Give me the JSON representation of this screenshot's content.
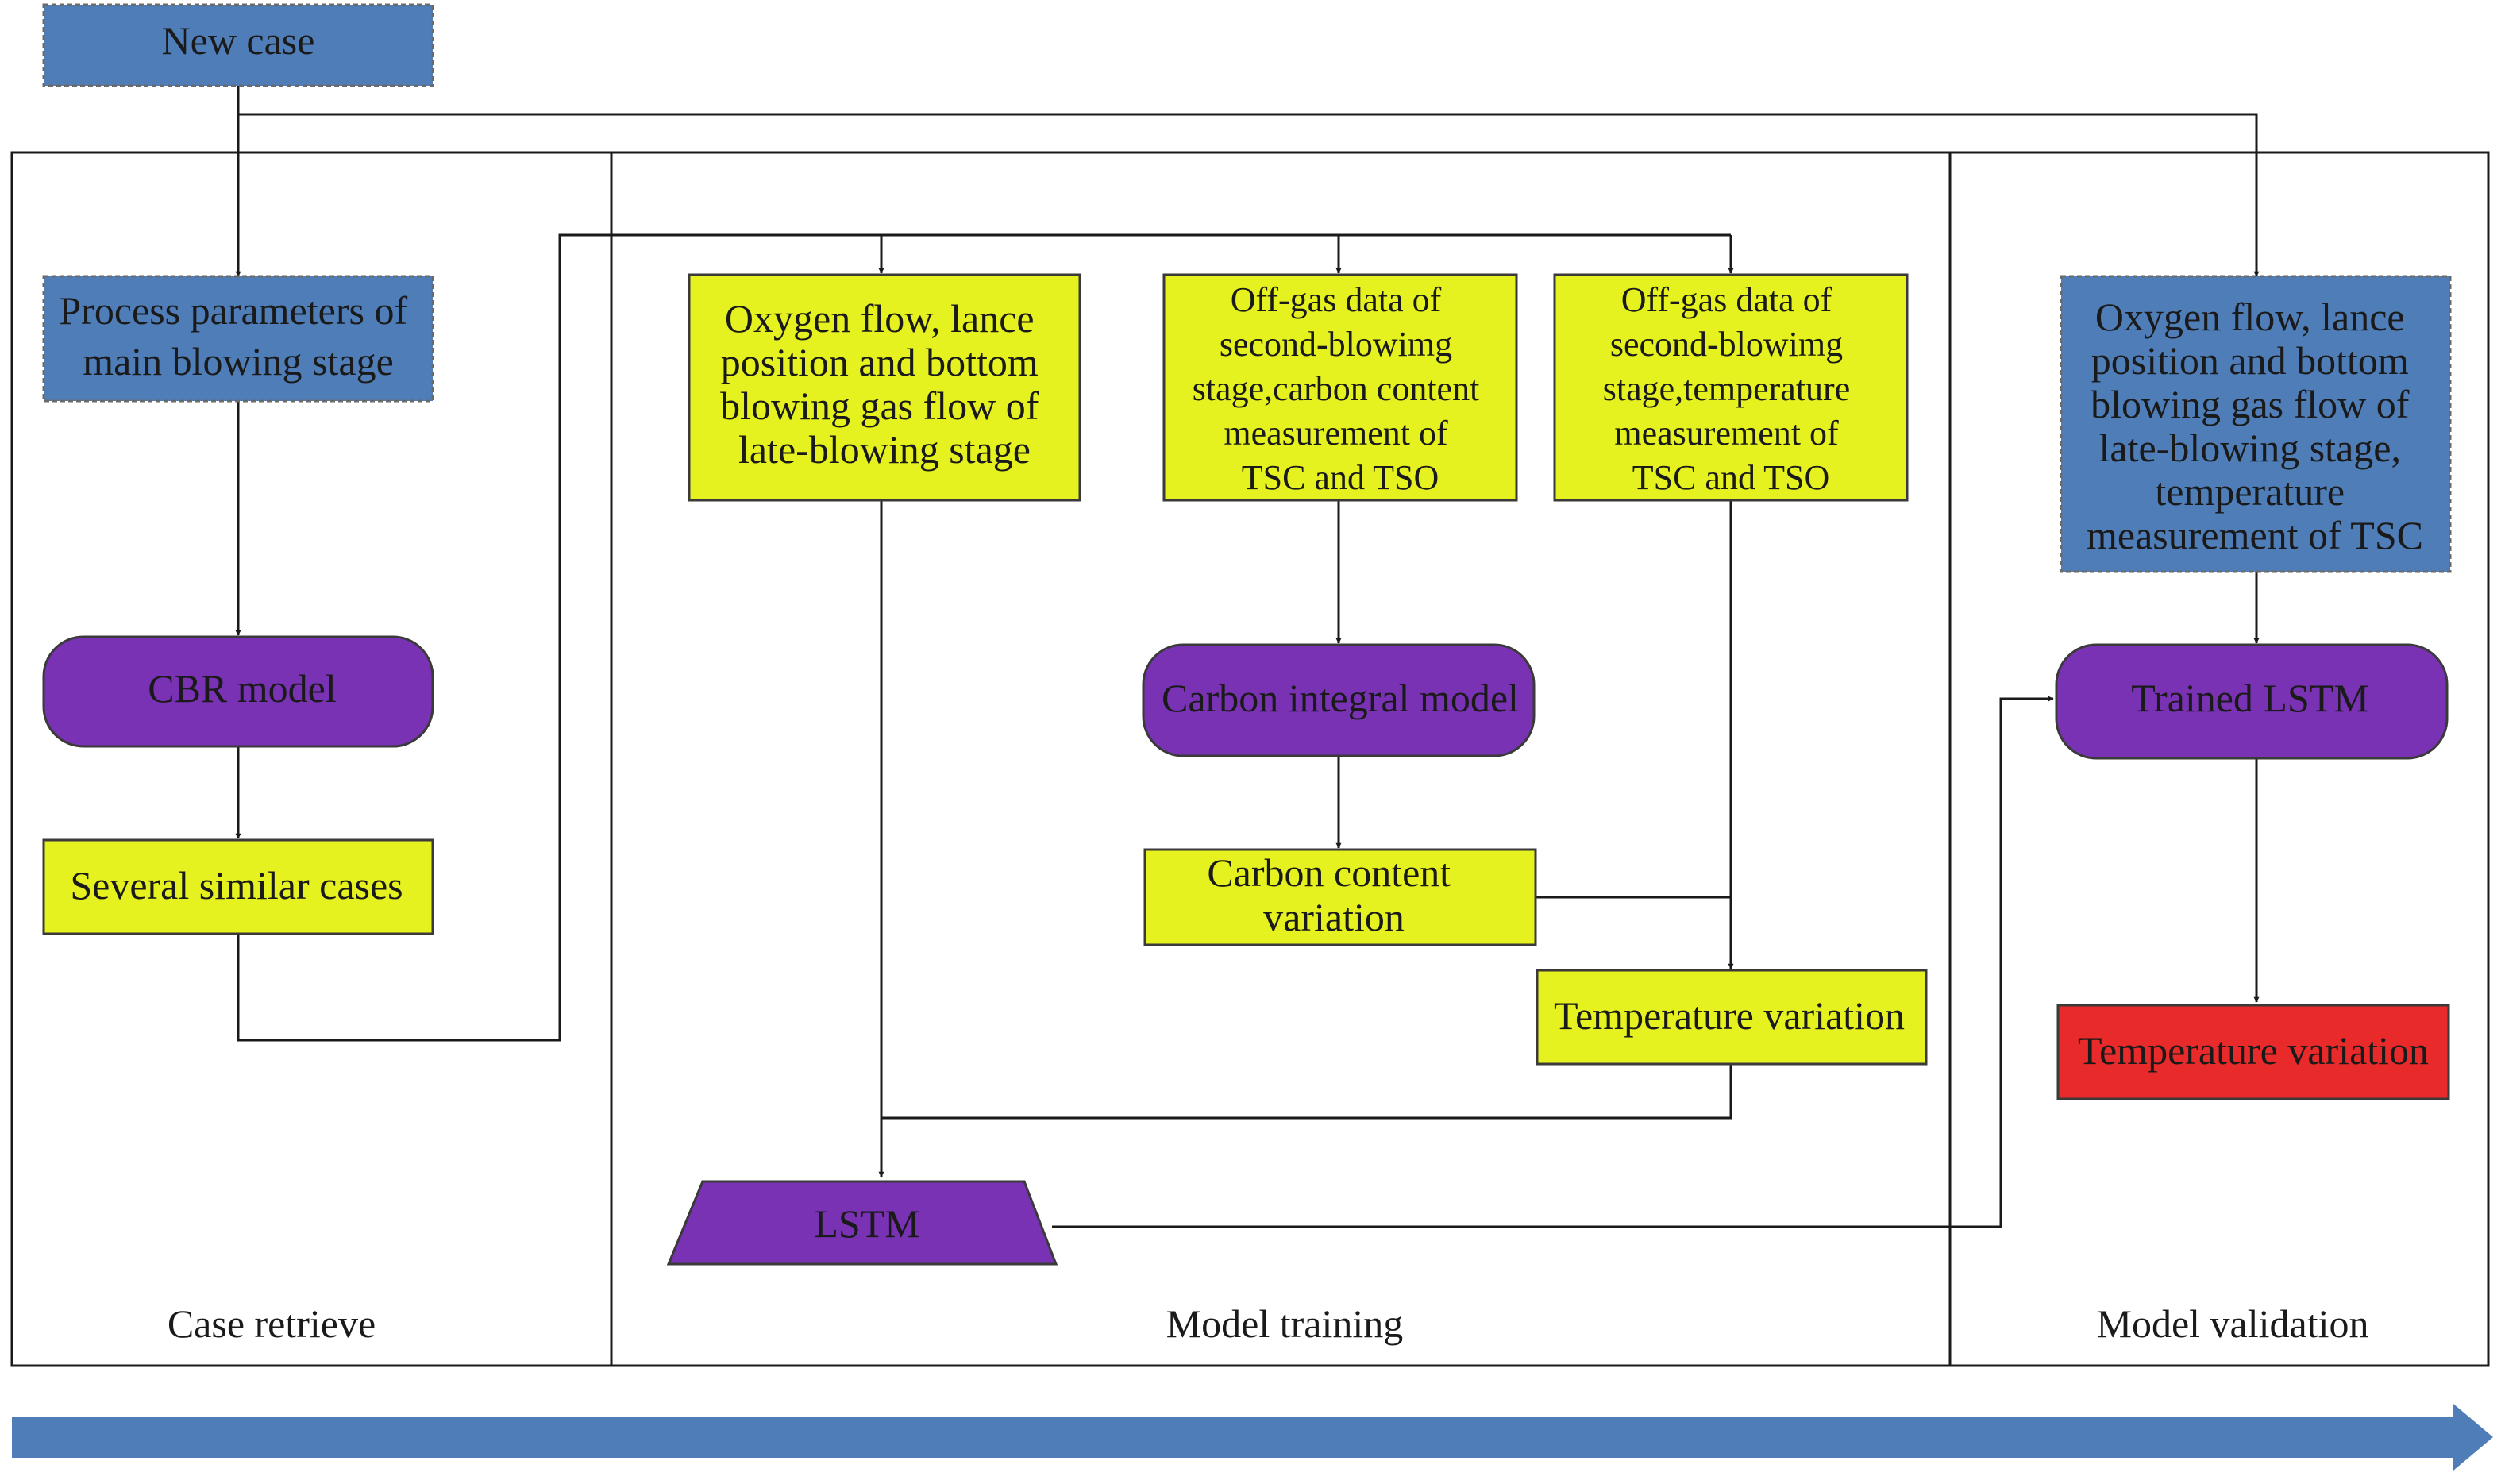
{
  "colors": {
    "blue_box": "#4f7db8",
    "yellow_box": "#e6f21f",
    "purple_node": "#7a32b4",
    "red_box": "#e82a2a",
    "line": "#1a1a1a",
    "bottom_arrow": "#4f7db8"
  },
  "nodes": {
    "new_case": [
      "New case"
    ],
    "process_params": [
      "Process parameters of",
      "main blowing stage"
    ],
    "cbr_model": [
      "CBR model"
    ],
    "similar_cases": [
      "Several similar cases"
    ],
    "oxygen_flow_late": [
      "Oxygen flow, lance",
      "position and bottom",
      "blowing gas flow of",
      "late-blowing stage"
    ],
    "offgas_carbon": [
      "Off-gas data of",
      "second-blowimg",
      "stage,carbon content",
      "measurement of",
      "TSC and TSO"
    ],
    "offgas_temperature": [
      "Off-gas data of",
      "second-blowimg",
      "stage,temperature",
      "measurement of",
      "TSC and TSO"
    ],
    "carbon_integral_model": [
      "Carbon integral model"
    ],
    "carbon_content_variation": [
      "Carbon content",
      "variation"
    ],
    "temperature_variation_train": [
      "Temperature variation"
    ],
    "lstm": [
      "LSTM"
    ],
    "validation_inputs": [
      "Oxygen flow, lance",
      "position and bottom",
      "blowing gas flow of",
      "late-blowing stage,",
      "temperature",
      "measurement of TSC"
    ],
    "trained_lstm": [
      "Trained LSTM"
    ],
    "temperature_variation_out": [
      "Temperature variation"
    ]
  },
  "sections": {
    "case_retrieve": "Case retrieve",
    "model_training": "Model training",
    "model_validation": "Model validation"
  }
}
